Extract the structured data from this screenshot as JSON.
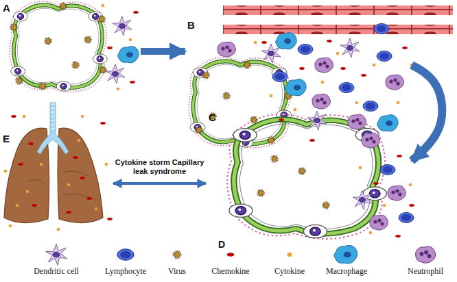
{
  "diagram": {
    "nodes": [
      {
        "text": [
          "A"
        ]
      },
      {
        "text": [
          "B"
        ]
      },
      {
        "text": [
          "C"
        ]
      },
      {
        "text": [
          "E"
        ]
      }
    ],
    "edges": [
      {
        "from": 0,
        "to": 1,
        "arrow": "to"
      },
      {
        "from": 1,
        "to": 2,
        "arrow": "to"
      },
      {
        "from": 2,
        "to": 3,
        "arrow": "both",
        "label": "Cytokine storm Capillary leak syndrome"
      }
    ],
    "labels": [
      "D"
    ],
    "legend": [
      {
        "text": "Dendritic cell"
      },
      {
        "text": "Lymphocyte"
      },
      {
        "text": "Virus"
      },
      {
        "text": "Chemokine"
      },
      {
        "text": "Cytokine"
      },
      {
        "text": "Macrophage"
      },
      {
        "text": "Neutrophil"
      }
    ]
  }
}
